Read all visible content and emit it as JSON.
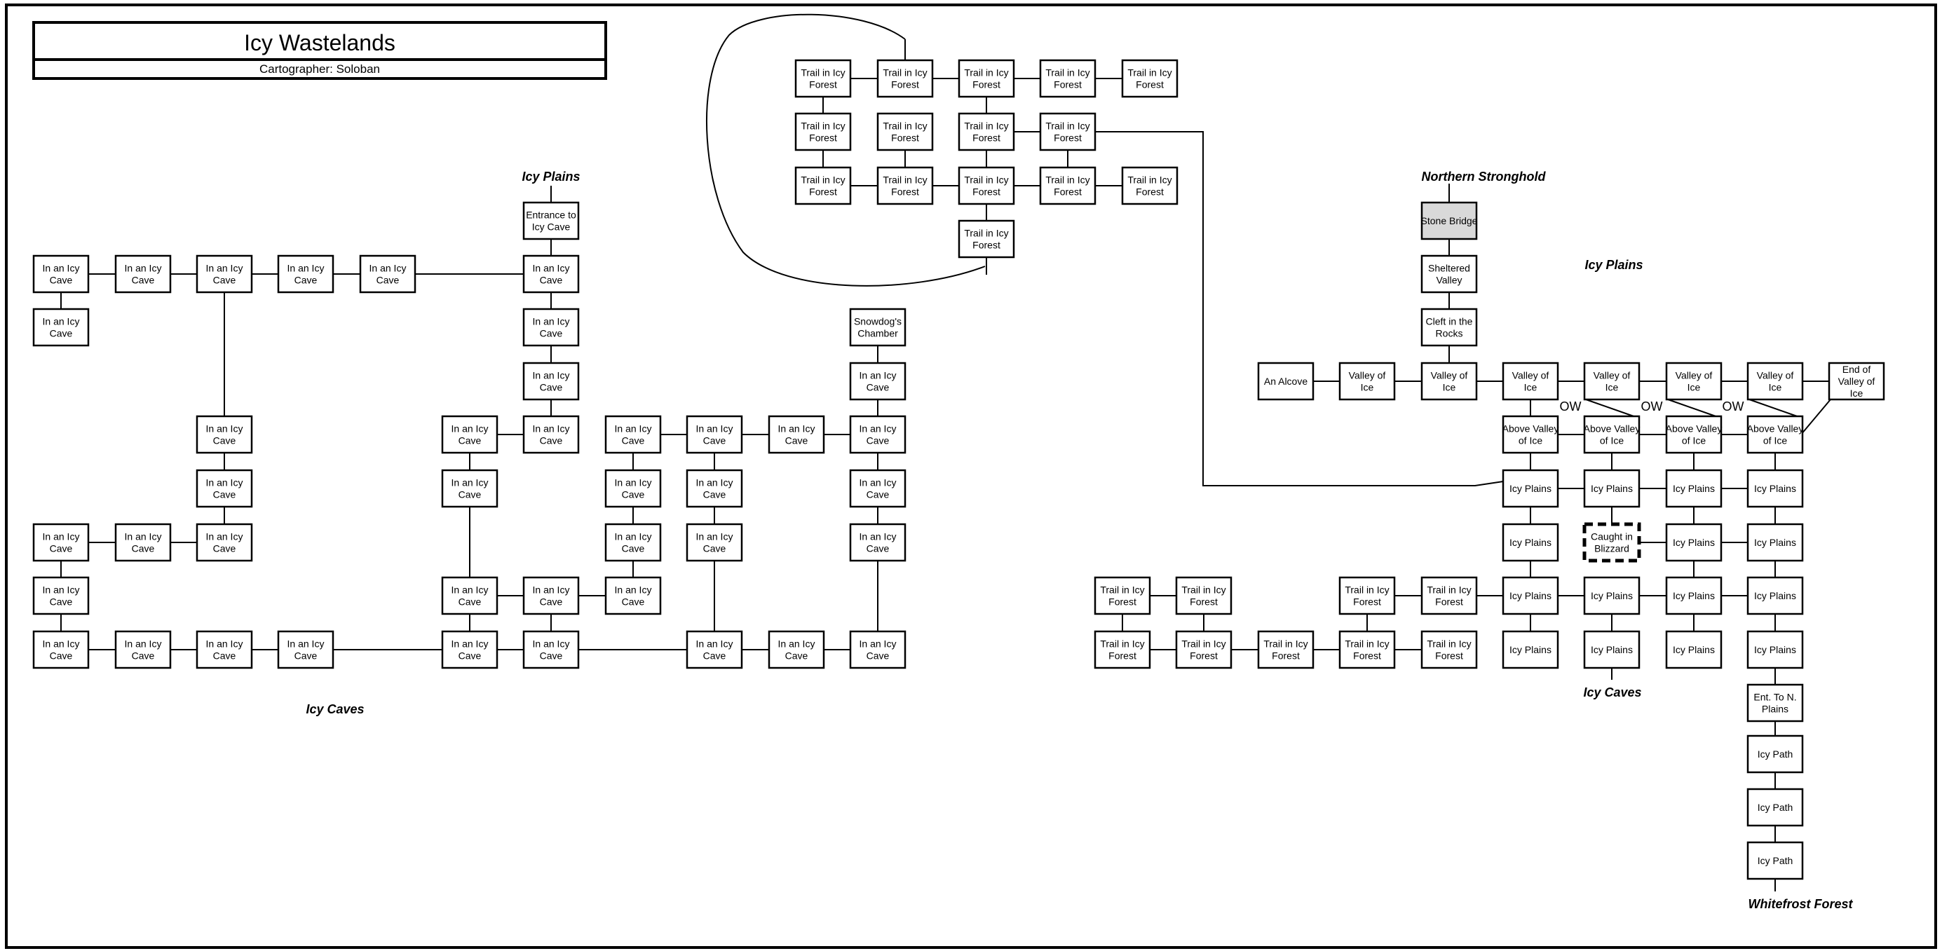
{
  "header": {
    "title": "Icy Wastelands",
    "subtitle": "Cartographer: Soloban"
  },
  "regions": [
    {
      "id": "icy-plains-west",
      "label": "Icy Plains"
    },
    {
      "id": "icy-caves-west",
      "label": "Icy Caves"
    },
    {
      "id": "northern-stronghold",
      "label": "Northern Stronghold"
    },
    {
      "id": "icy-plains-east",
      "label": "Icy Plains"
    },
    {
      "id": "icy-caves-east",
      "label": "Icy Caves"
    },
    {
      "id": "whitefrost-forest",
      "label": "Whitefrost Forest"
    }
  ],
  "annotations": [
    "OW",
    "OW",
    "OW"
  ],
  "rooms": {
    "W0_0": "In an Icy Cave",
    "W0_1": "In an Icy Cave",
    "W0_2": "In an Icy Cave",
    "W0_3": "In an Icy Cave",
    "W0_4": "In an Icy Cave",
    "W0_6": "In an Icy Cave",
    "W1_0": "In an Icy Cave",
    "E_ENT": "Entrance to Icy Cave",
    "W2_6": "In an Icy Cave",
    "W3_6": "In an Icy Cave",
    "W4_2": "In an Icy Cave",
    "W4_5": "In an Icy Cave",
    "W4_6": "In an Icy Cave",
    "W4_7": "In an Icy Cave",
    "W4_8": "In an Icy Cave",
    "W4_9": "In an Icy Cave",
    "W4_10": "In an Icy Cave",
    "W5_2": "In an Icy Cave",
    "W5_5": "In an Icy Cave",
    "W5_7": "In an Icy Cave",
    "W5_8": "In an Icy Cave",
    "W5_10": "In an Icy Cave",
    "W6_0": "In an Icy Cave",
    "W6_1": "In an Icy Cave",
    "W6_2": "In an Icy Cave",
    "W6_7": "In an Icy Cave",
    "W6_8": "In an Icy Cave",
    "W7_0": "In an Icy Cave",
    "W7_5": "In an Icy Cave",
    "W7_6": "In an Icy Cave",
    "W7_7": "In an Icy Cave",
    "W8_0": "In an Icy Cave",
    "W8_1": "In an Icy Cave",
    "W8_2": "In an Icy Cave",
    "W8_3": "In an Icy Cave",
    "W8_5": "In an Icy Cave",
    "W8_6": "In an Icy Cave",
    "W8_8": "In an Icy Cave",
    "W8_9": "In an Icy Cave",
    "W8_10": "In an Icy Cave",
    "SNOW": "Snowdog's Chamber",
    "F0_0": "Trail in Icy Forest",
    "F0_1": "Trail in Icy Forest",
    "F0_2": "Trail in Icy Forest",
    "F0_3": "Trail in Icy Forest",
    "F0_4": "Trail in Icy Forest",
    "F1_0": "Trail in Icy Forest",
    "F1_1": "Trail in Icy Forest",
    "F1_2": "Trail in Icy Forest",
    "F1_3": "Trail in Icy Forest",
    "F2_0": "Trail in Icy Forest",
    "F2_1": "Trail in Icy Forest",
    "F2_2": "Trail in Icy Forest",
    "F2_3": "Trail in Icy Forest",
    "F2_4": "Trail in Icy Forest",
    "F3_2": "Trail in Icy Forest",
    "STONE": "Stone Bridge",
    "SHELT": "Sheltered Valley",
    "CLEFT": "Cleft in the Rocks",
    "ALCOVE": "An Alcove",
    "V1": "Valley of Ice",
    "V2": "Valley of Ice",
    "V3": "Valley of Ice",
    "V4": "Valley of Ice",
    "V5": "Valley of Ice",
    "V6": "Valley of Ice",
    "VEND": "End of Valley of Ice",
    "A0": "Above Valley of Ice",
    "A1": "Above Valley of Ice",
    "A2": "Above Valley of Ice",
    "A3": "Above Valley of Ice",
    "P0_0": "Icy Plains",
    "P0_1": "Icy Plains",
    "P0_2": "Icy Plains",
    "P0_3": "Icy Plains",
    "P1_0": "Icy Plains",
    "BLIZ": "Caught in Blizzard",
    "P1_2": "Icy Plains",
    "P1_3": "Icy Plains",
    "P2_0": "Icy Plains",
    "P2_1": "Icy Plains",
    "P2_2": "Icy Plains",
    "P2_3": "Icy Plains",
    "P3_0": "Icy Plains",
    "P3_1": "Icy Plains",
    "P3_2": "Icy Plains",
    "P3_3": "Icy Plains",
    "SF0_0": "Trail in Icy Forest",
    "SF0_1": "Trail in Icy Forest",
    "SF0_3": "Trail in Icy Forest",
    "SF0_4": "Trail in Icy Forest",
    "SF1_0": "Trail in Icy Forest",
    "SF1_1": "Trail in Icy Forest",
    "SF1_2": "Trail in Icy Forest",
    "SF1_3": "Trail in Icy Forest",
    "SF1_4": "Trail in Icy Forest",
    "ENTN": "Ent. To N. Plains",
    "PATH1": "Icy Path",
    "PATH2": "Icy Path",
    "PATH3": "Icy Path"
  },
  "colors": {
    "stone_bridge_fill": "#d9d9d9",
    "line": "#000000",
    "background": "#ffffff"
  }
}
